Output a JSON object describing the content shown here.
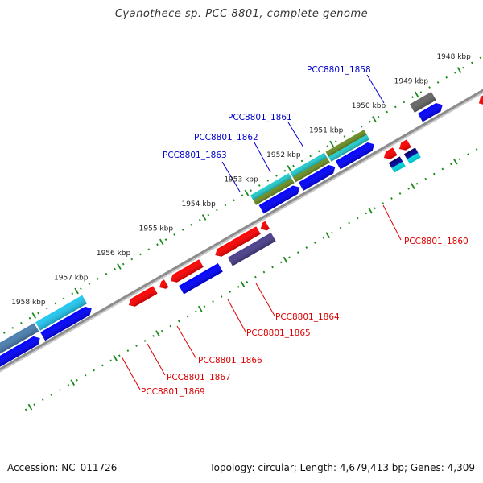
{
  "title": "Cyanothece sp. PCC 8801, complete genome",
  "footer": {
    "accession": "Accession: NC_011726",
    "summary": "Topology: circular; Length: 4,679,413 bp; Genes: 4,309"
  },
  "colors": {
    "forward_label": "#0000cc",
    "reverse_label": "#dd0000",
    "tick": "#1a8a1a",
    "backbone": "#888888"
  },
  "ticks": [
    {
      "label": "1948 kbp",
      "pos": 1948
    },
    {
      "label": "1949 kbp",
      "pos": 1949
    },
    {
      "label": "1950 kbp",
      "pos": 1950
    },
    {
      "label": "1951 kbp",
      "pos": 1951
    },
    {
      "label": "1952 kbp",
      "pos": 1952
    },
    {
      "label": "1953 kbp",
      "pos": 1953
    },
    {
      "label": "1954 kbp",
      "pos": 1954
    },
    {
      "label": "1955 kbp",
      "pos": 1955
    },
    {
      "label": "1956 kbp",
      "pos": 1956
    },
    {
      "label": "1957 kbp",
      "pos": 1957
    },
    {
      "label": "1958 kbp",
      "pos": 1958
    }
  ],
  "forward_labels": [
    {
      "text": "PCC8801_1858"
    },
    {
      "text": "PCC8801_1861"
    },
    {
      "text": "PCC8801_1862"
    },
    {
      "text": "PCC8801_1863"
    }
  ],
  "reverse_labels": [
    {
      "text": "PCC8801_1860"
    },
    {
      "text": "PCC8801_1864"
    },
    {
      "text": "PCC8801_1865"
    },
    {
      "text": "PCC8801_1866"
    },
    {
      "text": "PCC8801_1867"
    },
    {
      "text": "PCC8801_1869"
    }
  ]
}
